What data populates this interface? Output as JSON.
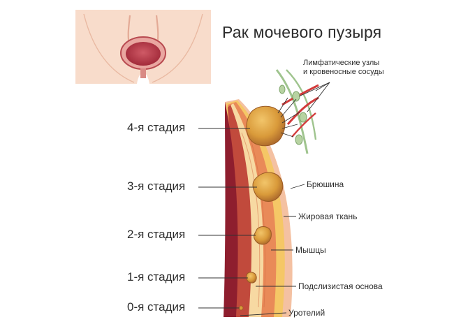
{
  "title": "Рак мочевого пузыря",
  "stages": [
    {
      "label": "4-я стадия"
    },
    {
      "label": "3-я стадия"
    },
    {
      "label": "2-я стадия"
    },
    {
      "label": "1-я стадия"
    },
    {
      "label": "0-я стадия"
    }
  ],
  "layers": {
    "peritoneum": "Брюшина",
    "fat": "Жировая ткань",
    "muscle": "Мышцы",
    "submucosa": "Подслизистая основа",
    "urothelium": "Уротелий"
  },
  "lymph": {
    "line1": "Лимфатические узлы",
    "line2": "и кровеносные сосуды"
  },
  "colors": {
    "skin": "#f8d9c8",
    "bladder": "#b73a48",
    "tumor": "#d99a3a",
    "fat_layer": "#f5c766",
    "mucosa": "#9c2432"
  }
}
